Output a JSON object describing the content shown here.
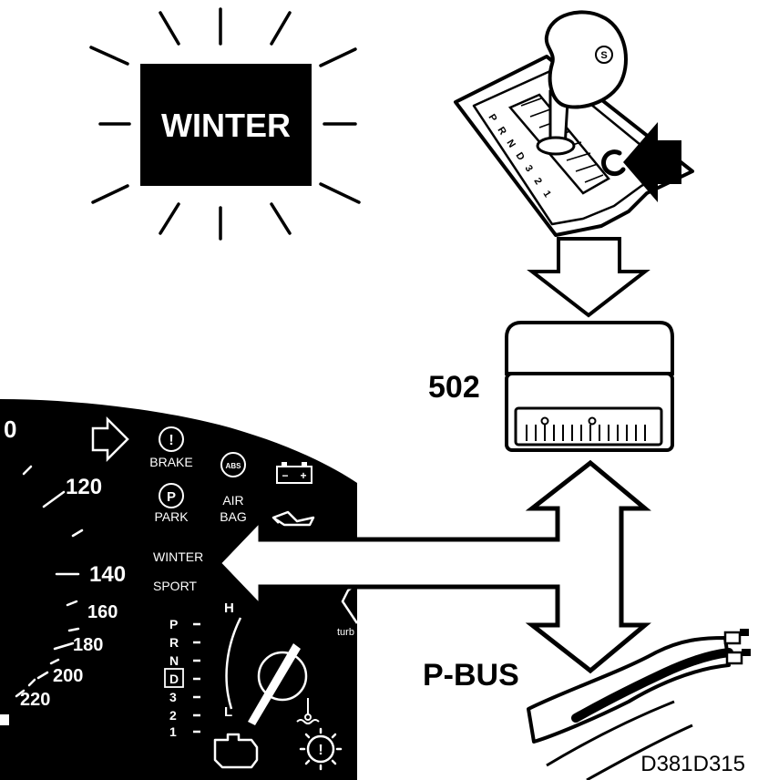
{
  "winter_lamp": {
    "label": "WINTER"
  },
  "module": {
    "label": "502"
  },
  "bus": {
    "label": "P-BUS"
  },
  "figure_code": "D381D315",
  "shifter": {
    "knob_letter": "S",
    "gate_positions": [
      "P",
      "R",
      "N",
      "D",
      "3",
      "2",
      "1"
    ]
  },
  "cluster": {
    "speed_labels": [
      "0",
      "120",
      "140",
      "160",
      "180",
      "200",
      "220"
    ],
    "warning_labels": {
      "brake": "BRAKE",
      "park": "PARK",
      "airbag_line1": "AIR",
      "airbag_line2": "BAG",
      "abs": "ABS",
      "brake_symbol": "!",
      "park_symbol": "P",
      "battery_minus": "−",
      "battery_plus": "+",
      "check_symbol": "!"
    },
    "mode_labels": {
      "winter": "WINTER",
      "sport": "SPORT"
    },
    "gear_indicator": [
      "P",
      "R",
      "N",
      "D",
      "3",
      "2",
      "1"
    ],
    "temp_gauge": {
      "high": "H",
      "low": "L"
    },
    "turbo_text": "turb"
  },
  "colors": {
    "ink": "#000000",
    "paper": "#ffffff"
  }
}
